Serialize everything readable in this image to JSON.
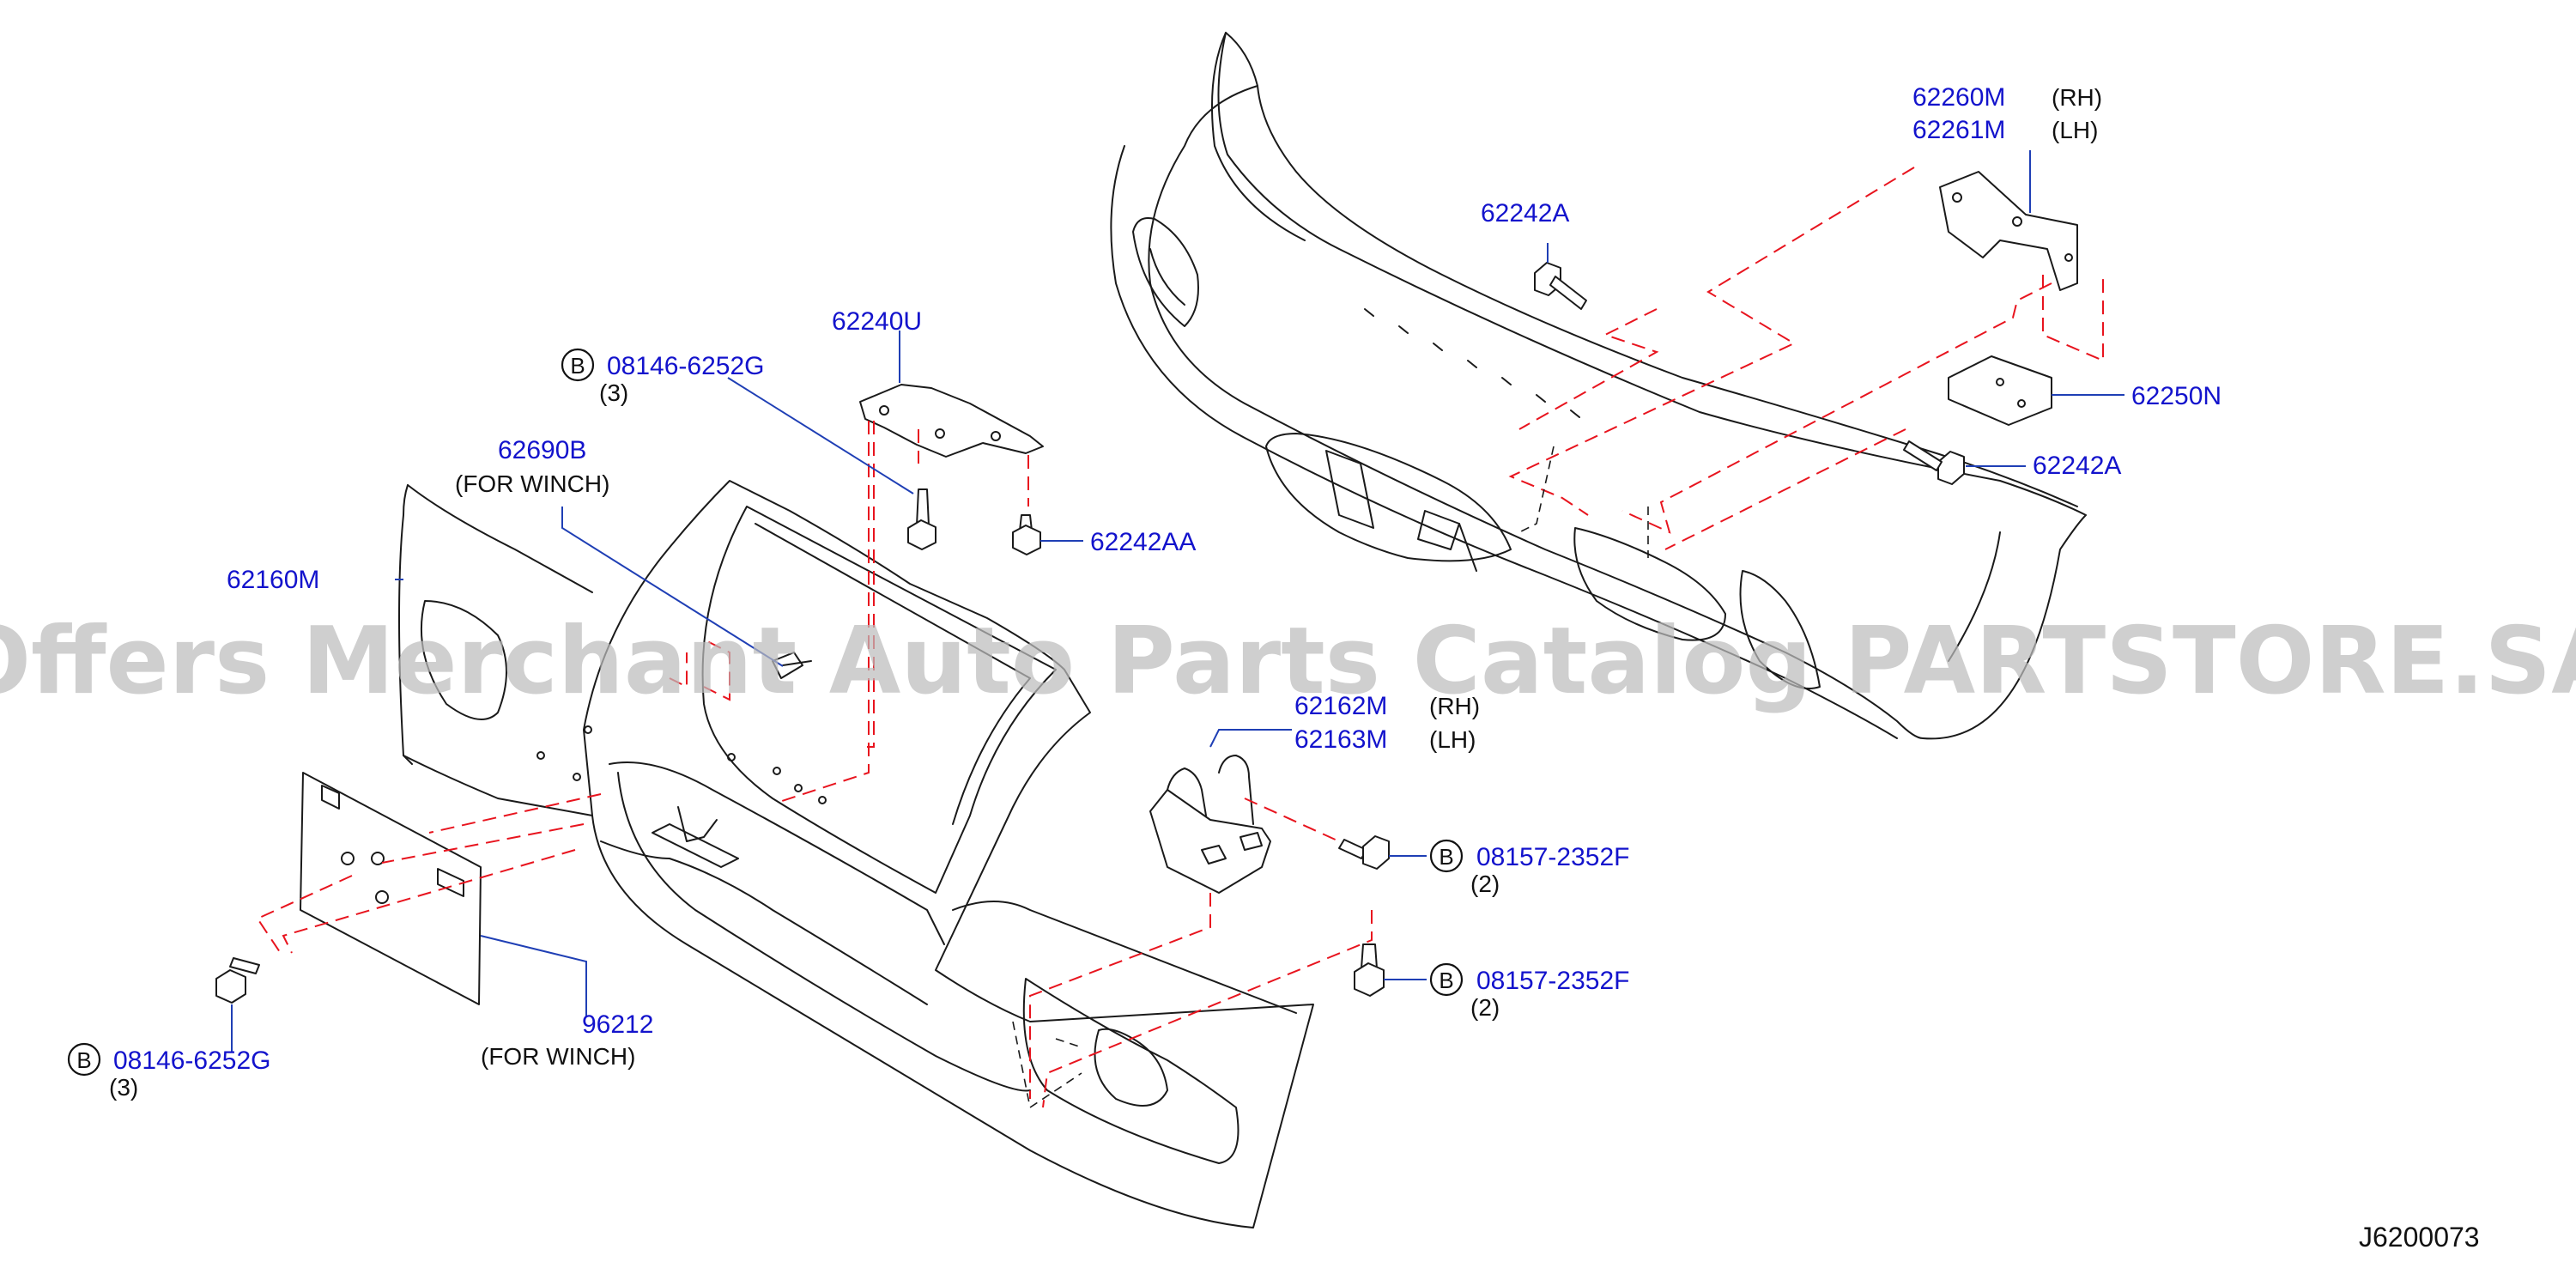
{
  "watermark": "Offers Merchant Auto Parts Catalog PARTSTORE.SA",
  "diagram_code": "J6200073",
  "colors": {
    "callout": "#1313cc",
    "dashed_leader": "#e8141e",
    "line_art": "#1a1a1a"
  },
  "labels": {
    "p62260M": "62260M",
    "p62260M_side": "(RH)",
    "p62261M": "62261M",
    "p62261M_side": "(LH)",
    "p62242A_top": "62242A",
    "p62250N": "62250N",
    "p62242A_mid": "62242A",
    "p62240U": "62240U",
    "p08146_top": "08146-6252G",
    "p08146_top_qty": "(3)",
    "p62690B": "62690B",
    "p62690B_note": "(FOR   WINCH)",
    "p62242AA": "62242AA",
    "p62160M": "62160M",
    "p62162M": "62162M",
    "p62162M_side": "(RH)",
    "p62163M": "62163M",
    "p62163M_side": "(LH)",
    "p08157_a": "08157-2352F",
    "p08157_a_qty": "(2)",
    "p08157_b": "08157-2352F",
    "p08157_b_qty": "(2)",
    "p96212": "96212",
    "p96212_note": "(FOR   WINCH)",
    "p08146_bot": "08146-6252G",
    "p08146_bot_qty": "(3)",
    "bolt_mark": "B"
  }
}
